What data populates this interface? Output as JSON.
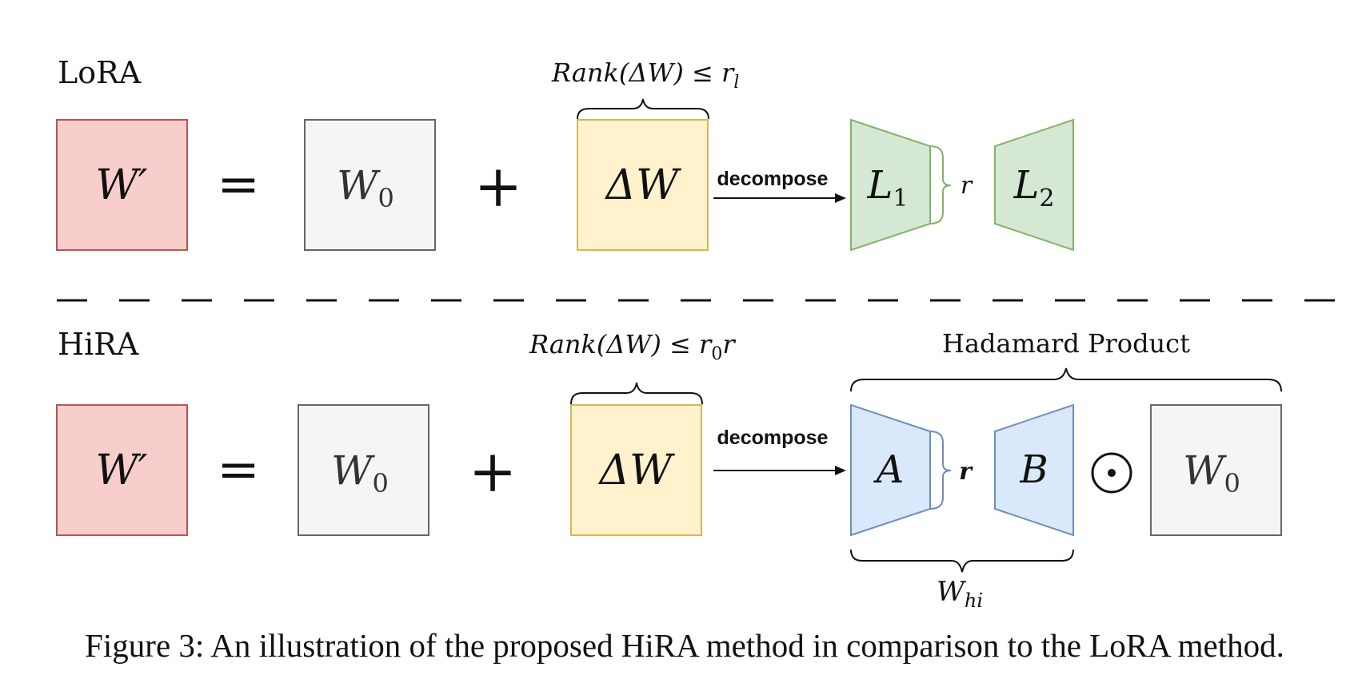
{
  "lora": {
    "title": "LoRA",
    "rank_label": "Rank(ΔW) ≤ r",
    "rank_sub": "l",
    "w_prime": "W′",
    "equals": "=",
    "w0": "W",
    "w0_sub": "0",
    "plus": "+",
    "delta_w": "ΔW",
    "decompose": "decompose",
    "l1": "L",
    "l1_sub": "1",
    "r": "r",
    "l2": "L",
    "l2_sub": "2"
  },
  "hira": {
    "title": "HiRA",
    "rank_label": "Rank(ΔW) ≤ r",
    "rank_sub": "0",
    "rank_tail": "r",
    "hadamard_label": "Hadamard Product",
    "w_prime": "W′",
    "equals": "=",
    "w0": "W",
    "w0_sub": "0",
    "plus": "+",
    "delta_w": "ΔW",
    "decompose": "decompose",
    "a": "A",
    "r": "r",
    "b": "B",
    "odot": "⊙",
    "w0_right": "W",
    "w0_right_sub": "0",
    "whi": "W",
    "whi_sub": "hi"
  },
  "caption": "Figure 3: An illustration of the proposed HiRA method in comparison to the LoRA method.",
  "colors": {
    "red_fill": "#f8cecc",
    "red_stroke": "#b85450",
    "gray_fill": "#f5f5f5",
    "gray_stroke": "#666666",
    "yellow_fill": "#fff2cc",
    "yellow_stroke": "#d6b656",
    "green_fill": "#d5e8d4",
    "green_stroke": "#82b366",
    "blue_fill": "#dae8fc",
    "blue_stroke": "#6c8ebf"
  }
}
